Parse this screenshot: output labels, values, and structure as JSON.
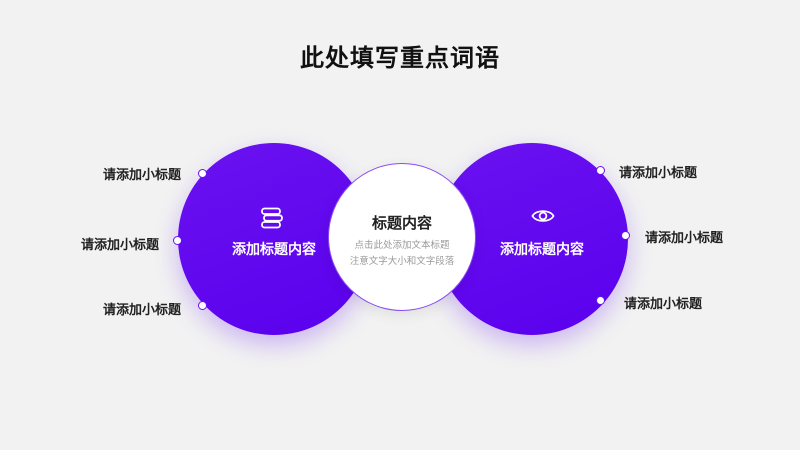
{
  "title": "此处填写重点词语",
  "left_circle": {
    "title": "添加标题内容",
    "icon": "stacked-layers-icon"
  },
  "right_circle": {
    "title": "添加标题内容",
    "icon": "eye-icon"
  },
  "center": {
    "title": "标题内容",
    "line1": "点击此处添加文本标题",
    "line2": "注意文字大小和文字段落"
  },
  "left_labels": [
    "请添加小标题",
    "请添加小标题",
    "请添加小标题"
  ],
  "right_labels": [
    "请添加小标题",
    "请添加小标题",
    "请添加小标题"
  ],
  "colors": {
    "accent": "#5a00ee",
    "background": "#f2f2f2"
  }
}
